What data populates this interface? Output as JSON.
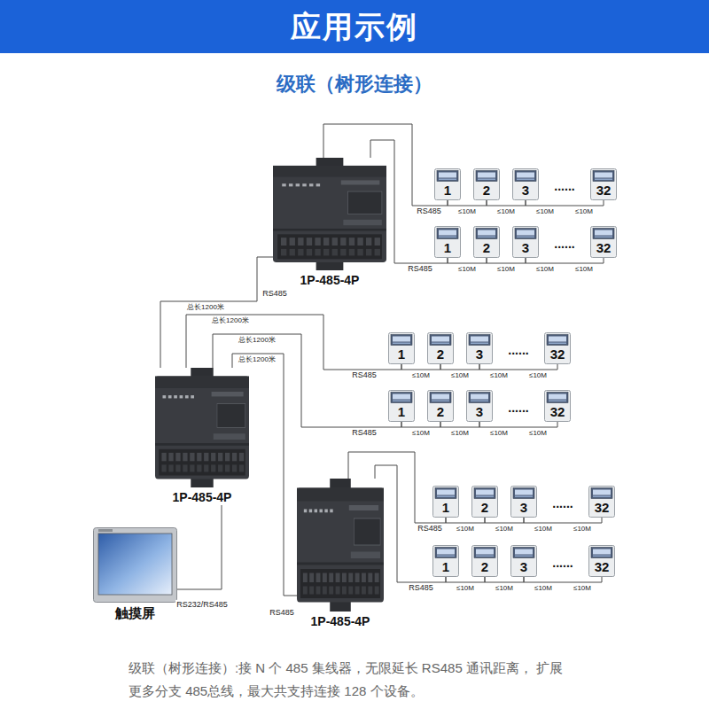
{
  "diagram": {
    "title": "应用示例",
    "caption": "级联（树形连接）:接 N 个 485 集线器，无限延长 RS485 通讯距离， 扩展更多分支 485总线，最大共支持连接 128 个设备。",
    "nodes": [
      {
        "text": [
          "1P-485-4P"
        ]
      },
      {
        "text": [
          "1"
        ]
      },
      {
        "text": [
          "2"
        ]
      },
      {
        "text": [
          "3"
        ]
      },
      {
        "text": [
          "32"
        ]
      },
      {
        "text": [
          "1"
        ]
      },
      {
        "text": [
          "2"
        ]
      },
      {
        "text": [
          "3"
        ]
      },
      {
        "text": [
          "32"
        ]
      },
      {
        "text": [
          "1P-485-4P"
        ]
      },
      {
        "text": [
          "1"
        ]
      },
      {
        "text": [
          "2"
        ]
      },
      {
        "text": [
          "3"
        ]
      },
      {
        "text": [
          "32"
        ]
      },
      {
        "text": [
          "1"
        ]
      },
      {
        "text": [
          "2"
        ]
      },
      {
        "text": [
          "3"
        ]
      },
      {
        "text": [
          "32"
        ]
      },
      {
        "text": [
          "1P-485-4P"
        ]
      },
      {
        "text": [
          "1"
        ]
      },
      {
        "text": [
          "2"
        ]
      },
      {
        "text": [
          "3"
        ]
      },
      {
        "text": [
          "32"
        ]
      },
      {
        "text": [
          "1"
        ]
      },
      {
        "text": [
          "2"
        ]
      },
      {
        "text": [
          "3"
        ]
      },
      {
        "text": [
          "32"
        ]
      },
      {
        "text": [
          "触摸屏"
        ]
      }
    ],
    "edges": [
      {
        "from": 0,
        "to": 1,
        "label": "RS485",
        "arrow": "none"
      },
      {
        "from": 1,
        "to": 2,
        "label": "≤10M",
        "arrow": "none"
      },
      {
        "from": 2,
        "to": 3,
        "label": "≤10M",
        "arrow": "none"
      },
      {
        "from": 3,
        "to": 4,
        "label": "≤10M",
        "arrow": "none"
      },
      {
        "from": 0,
        "to": 5,
        "label": "RS485",
        "arrow": "none"
      },
      {
        "from": 5,
        "to": 6,
        "label": "≤10M",
        "arrow": "none"
      },
      {
        "from": 6,
        "to": 7,
        "label": "≤10M",
        "arrow": "none"
      },
      {
        "from": 7,
        "to": 8,
        "label": "≤10M",
        "arrow": "none"
      },
      {
        "from": 9,
        "to": 0,
        "label": "总长1200米",
        "arrow": "none"
      },
      {
        "from": 9,
        "to": 10,
        "label": "总长1200米",
        "arrow": "none"
      },
      {
        "from": 10,
        "to": 11,
        "label": "≤10M",
        "arrow": "none"
      },
      {
        "from": 11,
        "to": 12,
        "label": "≤10M",
        "arrow": "none"
      },
      {
        "from": 12,
        "to": 13,
        "label": "≤10M",
        "arrow": "none"
      },
      {
        "from": 9,
        "to": 14,
        "label": "总长1200米",
        "arrow": "none"
      },
      {
        "from": 14,
        "to": 15,
        "label": "≤10M",
        "arrow": "none"
      },
      {
        "from": 15,
        "to": 16,
        "label": "≤10M",
        "arrow": "none"
      },
      {
        "from": 16,
        "to": 17,
        "label": "≤10M",
        "arrow": "none"
      },
      {
        "from": 9,
        "to": 18,
        "label": "总长1200米",
        "arrow": "none"
      },
      {
        "from": 18,
        "to": 19,
        "label": "RS485",
        "arrow": "none"
      },
      {
        "from": 19,
        "to": 20,
        "label": "≤10M",
        "arrow": "none"
      },
      {
        "from": 20,
        "to": 21,
        "label": "≤10M",
        "arrow": "none"
      },
      {
        "from": 21,
        "to": 22,
        "label": "≤10M",
        "arrow": "none"
      },
      {
        "from": 18,
        "to": 23,
        "label": "RS485",
        "arrow": "none"
      },
      {
        "from": 23,
        "to": 24,
        "label": "≤10M",
        "arrow": "none"
      },
      {
        "from": 24,
        "to": 25,
        "label": "≤10M",
        "arrow": "none"
      },
      {
        "from": 25,
        "to": 26,
        "label": "≤10M",
        "arrow": "none"
      },
      {
        "from": 27,
        "to": 9,
        "label": "RS232/RS485",
        "arrow": "none"
      }
    ],
    "labels": [
      "级联（树形连接）",
      "......",
      "≤10M",
      "......",
      "≤10M",
      "......",
      "≤10M",
      "......",
      "≤10M",
      "......",
      "≤10M",
      "......",
      "≤10M",
      "RS485",
      "RS485",
      "RS485",
      "RS485"
    ]
  }
}
